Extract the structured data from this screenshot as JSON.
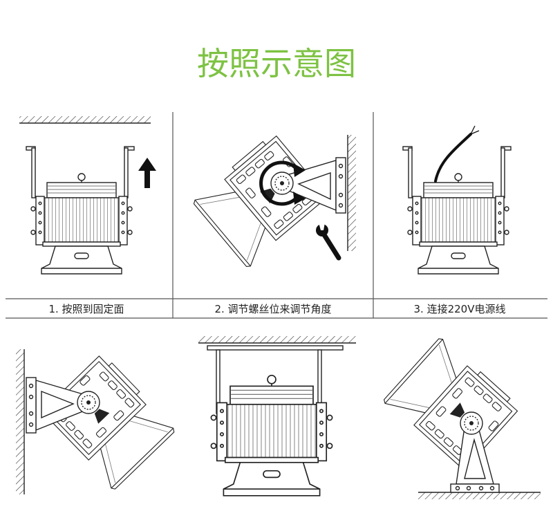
{
  "title": "按照示意图",
  "steps": [
    {
      "caption": "1. 按照到固定面"
    },
    {
      "caption": "2. 调节螺丝位来调节角度"
    },
    {
      "caption": "3. 连接220V电源线"
    }
  ],
  "colors": {
    "title": "#7dc242",
    "line": "#222222"
  },
  "icons": {
    "arrow": "arrow-up-icon",
    "rotate": "rotate-arrows-icon",
    "tool": "wrench-icon"
  }
}
